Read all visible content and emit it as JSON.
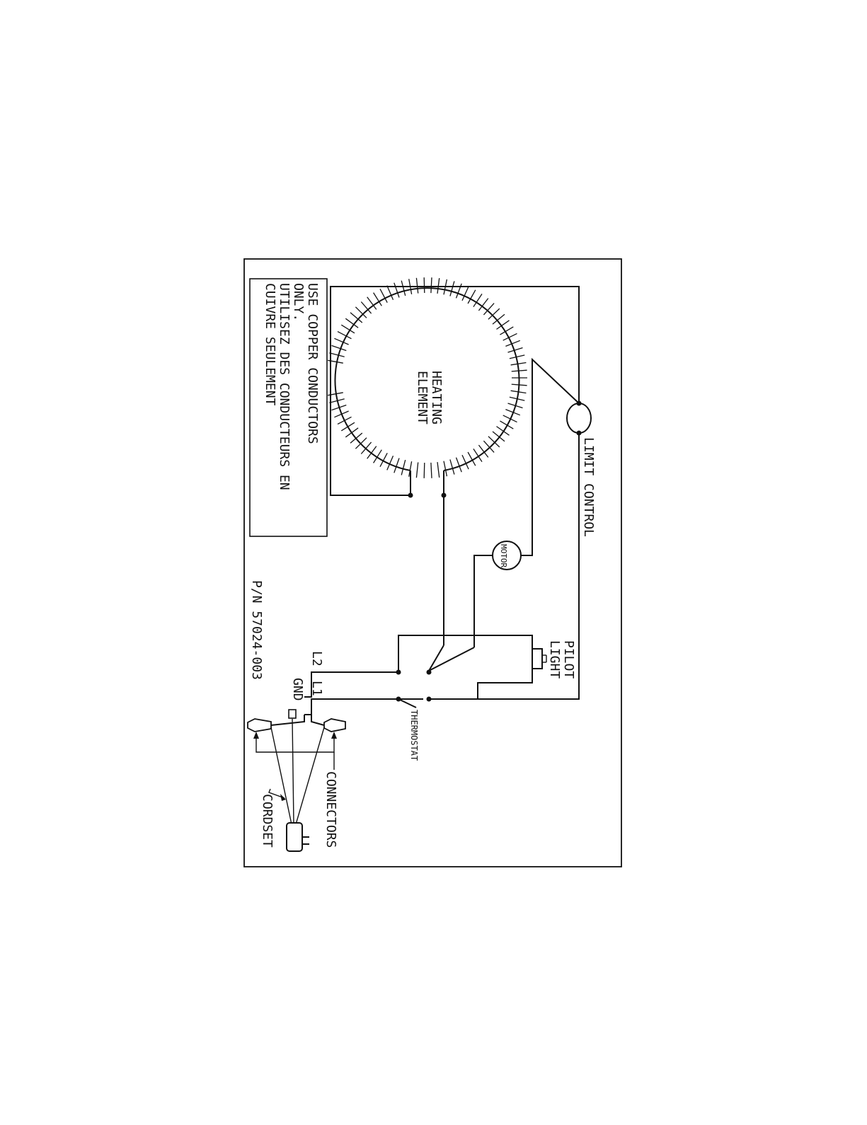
{
  "diagram": {
    "notice": {
      "line1": "USE COPPER CONDUCTORS",
      "line2": "ONLY.",
      "line3": "UTILISEZ DES CONDUCTEURS EN",
      "line4": "CUIVRE SEULEMENT"
    },
    "part_number": "P/N 57024-003",
    "heating_element": {
      "line1": "HEATING",
      "line2": "ELEMENT"
    },
    "limit_control": "LIMIT CONTROL",
    "motor": "MOTOR",
    "pilot_light": {
      "line1": "PILOT",
      "line2": "LIGHT"
    },
    "thermostat": "THERMOSTAT",
    "l1": "L1",
    "l2": "L2",
    "gnd": "GND",
    "connectors": "CONNECTORS",
    "cordset": "CORDSET"
  }
}
